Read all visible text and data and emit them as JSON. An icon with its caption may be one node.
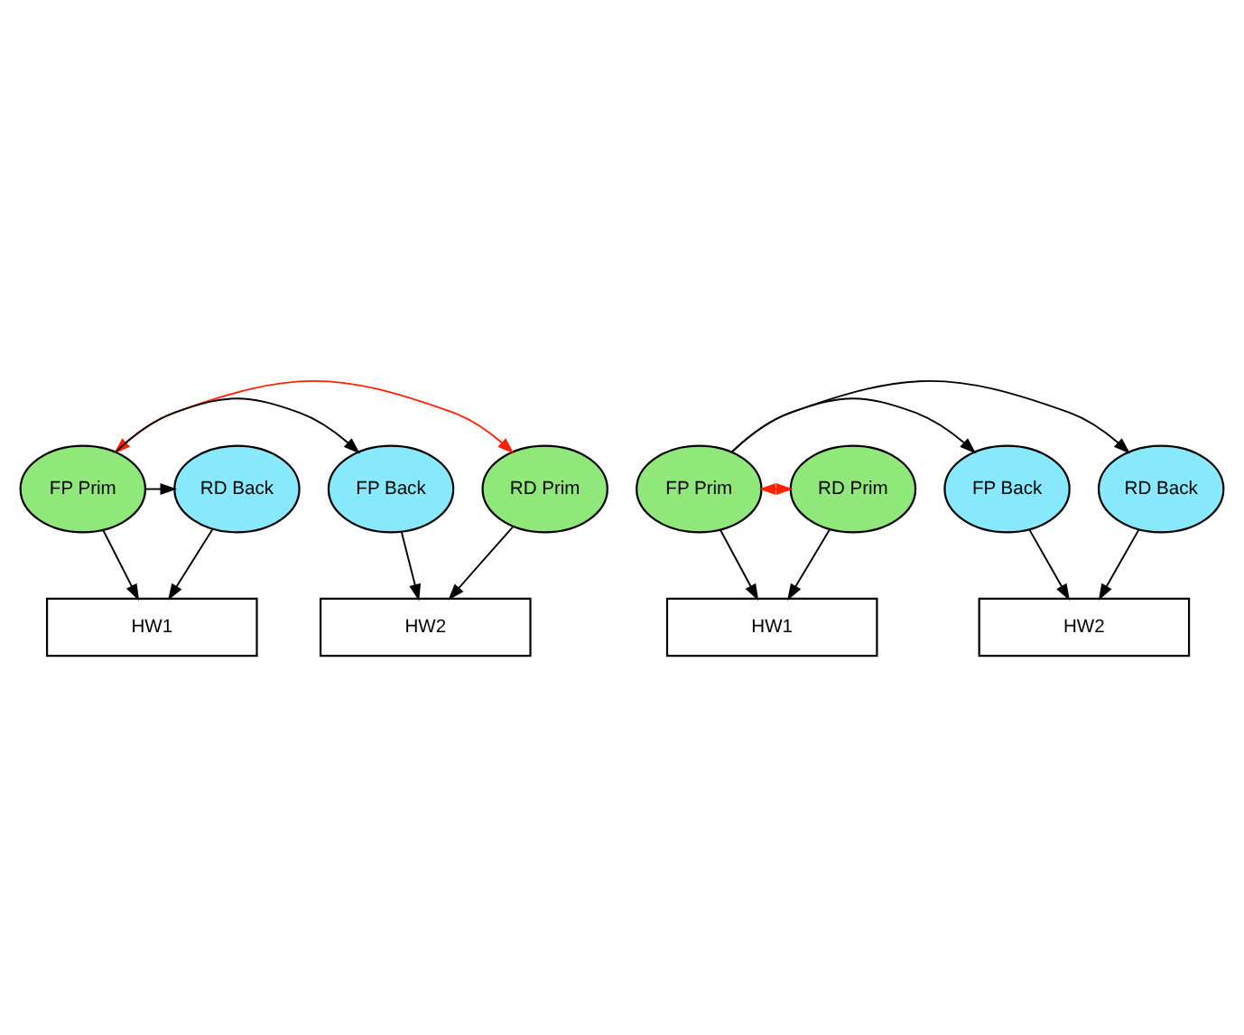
{
  "diagram": {
    "nodes": [
      {
        "text": [
          "FP Prim"
        ]
      },
      {
        "text": [
          "RD Back"
        ]
      },
      {
        "text": [
          "RD Prim"
        ]
      },
      {
        "text": [
          "FP Back"
        ]
      },
      {
        "text": [
          "HW1"
        ]
      },
      {
        "text": [
          "HW2"
        ]
      },
      {
        "text": [
          "FP Prim"
        ]
      },
      {
        "text": [
          "RD Prim"
        ]
      },
      {
        "text": [
          "RD Back"
        ]
      },
      {
        "text": [
          "FP Back"
        ]
      },
      {
        "text": [
          "HW1"
        ]
      },
      {
        "text": [
          "HW2"
        ]
      }
    ],
    "edges": [
      {
        "from": 0,
        "to": 3,
        "arrow": "to"
      },
      {
        "from": 0,
        "to": 2,
        "arrow": "both",
        "color": "#ff2200"
      },
      {
        "from": 0,
        "to": 1,
        "arrow": "to"
      },
      {
        "from": 0,
        "to": 4,
        "arrow": "to"
      },
      {
        "from": 1,
        "to": 4,
        "arrow": "to"
      },
      {
        "from": 2,
        "to": 5,
        "arrow": "to"
      },
      {
        "from": 3,
        "to": 5,
        "arrow": "to"
      },
      {
        "from": 6,
        "to": 9,
        "arrow": "to"
      },
      {
        "from": 6,
        "to": 8,
        "arrow": "to"
      },
      {
        "from": 6,
        "to": 7,
        "arrow": "both",
        "color": "#ff2200"
      },
      {
        "from": 6,
        "to": 10,
        "arrow": "to"
      },
      {
        "from": 7,
        "to": 10,
        "arrow": "to"
      },
      {
        "from": 8,
        "to": 11,
        "arrow": "to"
      },
      {
        "from": 9,
        "to": 11,
        "arrow": "to"
      }
    ]
  }
}
